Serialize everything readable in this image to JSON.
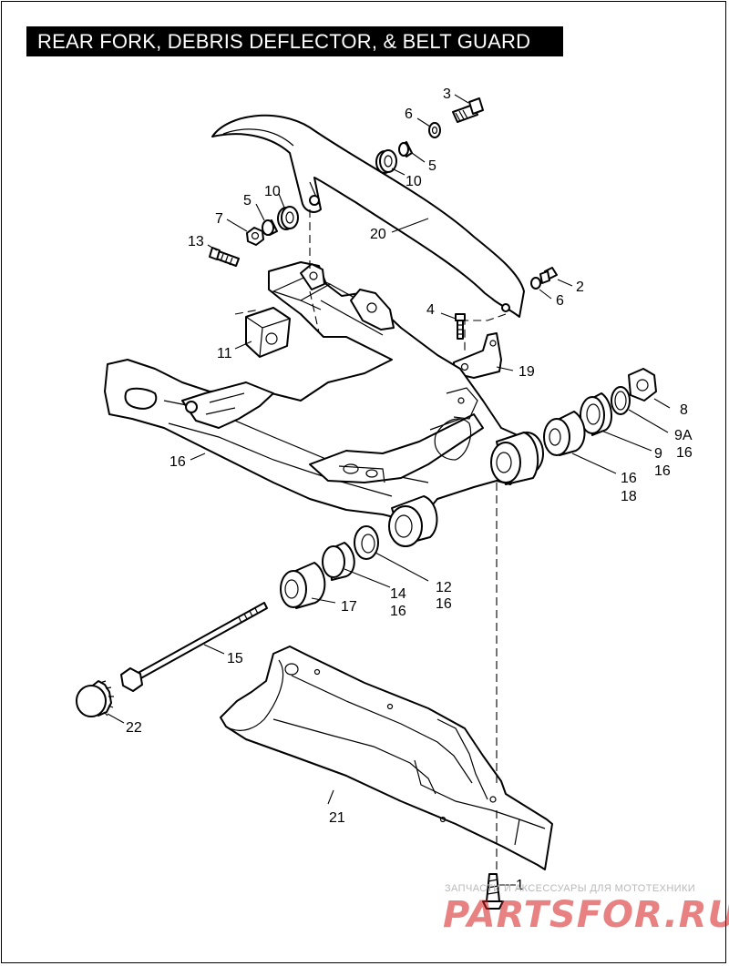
{
  "title": "REAR FORK, DEBRIS DEFLECTOR, & BELT GUARD",
  "labels": {
    "l3": "3",
    "l6a": "6",
    "l5a": "5",
    "l10a": "10",
    "l5b": "5",
    "l10b": "10",
    "l7": "7",
    "l20": "20",
    "l13": "13",
    "l2": "2",
    "l6b": "6",
    "l4": "4",
    "l11": "11",
    "l19": "19",
    "l8": "8",
    "l9a": "9A",
    "l16a": "16",
    "l9": "9",
    "l16b": "16",
    "l16c": "16",
    "l18": "18",
    "l16d": "16",
    "l12": "12",
    "l16e": "16",
    "l14": "14",
    "l16f": "16",
    "l17": "17",
    "l15": "15",
    "l22": "22",
    "l21": "21",
    "l1": "1"
  },
  "watermark": {
    "caption": "ЗАПЧАСТИ И АКСЕССУАРЫ ДЛЯ МОТОТЕХНИКИ",
    "brand": "PARTSFOR.RU",
    "color": "#d61b1b"
  }
}
